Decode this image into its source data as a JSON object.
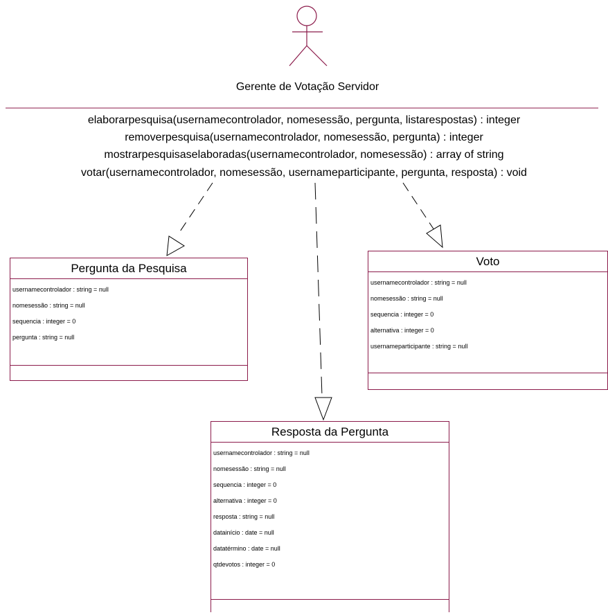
{
  "server": {
    "name": "Gerente de Votação Servidor",
    "operations": [
      "elaborarpesquisa(usernamecontrolador, nomesessão, pergunta, listarespostas) : integer",
      "removerpesquisa(usernamecontrolador, nomesessão, pergunta) : integer",
      "mostrarpesquisaselaboradas(usernamecontrolador, nomesessão) : array of string",
      "votar(usernamecontrolador, nomesessão, usernameparticipante, pergunta, resposta) : void"
    ]
  },
  "classes": {
    "pergunta": {
      "name": "Pergunta da Pesquisa",
      "attributes": [
        "usernamecontrolador : string = null",
        "nomesessão : string = null",
        "sequencia : integer = 0",
        "pergunta : string = null"
      ]
    },
    "voto": {
      "name": "Voto",
      "attributes": [
        "usernamecontrolador : string = null",
        "nomesessão : string = null",
        "sequencia : integer = 0",
        "alternativa : integer = 0",
        "usernameparticipante : string = null"
      ]
    },
    "resposta": {
      "name": "Resposta da Pergunta",
      "attributes": [
        "usernamecontrolador : string = null",
        "nomesessão : string = null",
        "sequencia : integer = 0",
        "alternativa : integer = 0",
        "resposta : string = null",
        "datainício : date = null",
        "datatérmino : date = null",
        "qtdevotos : integer = 0"
      ]
    }
  },
  "colors": {
    "line": "#8b1a4a",
    "text": "#000000",
    "connector": "#000000"
  }
}
